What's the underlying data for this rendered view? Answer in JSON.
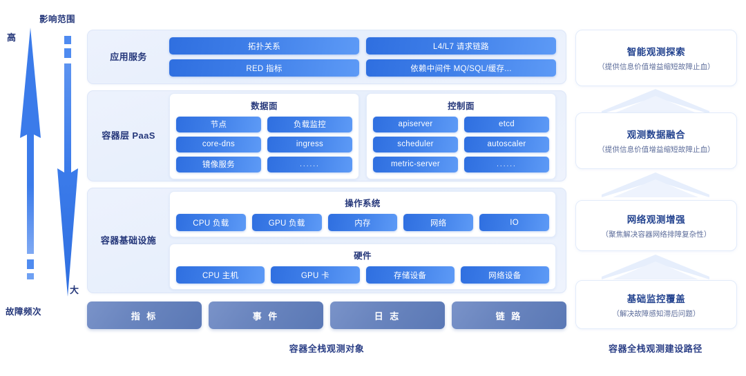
{
  "axis": {
    "top_title": "影响范围",
    "bottom_title": "故障频次",
    "high_label": "高",
    "big_label": "大",
    "up_arrow_icon": "arrow-up-icon",
    "down_arrow_icon": "arrow-down-icon",
    "color": "#3b7bea"
  },
  "layers": [
    {
      "name": "应用服务",
      "columns": [
        {
          "items": [
            "拓扑关系",
            "RED 指标"
          ]
        },
        {
          "items": [
            "L4/L7 请求链路",
            "依赖中间件 MQ/SQL/缓存..."
          ]
        }
      ]
    },
    {
      "name": "容器层 PaaS",
      "cards": [
        {
          "title": "数据面",
          "items": [
            "节点",
            "负载监控",
            "core-dns",
            "ingress",
            "镜像服务",
            "......"
          ]
        },
        {
          "title": "控制面",
          "items": [
            "apiserver",
            "etcd",
            "scheduler",
            "autoscaler",
            "metric-server",
            "......"
          ]
        }
      ]
    },
    {
      "name": "容器基础设施",
      "cards": [
        {
          "title": "操作系统",
          "items": [
            "CPU 负载",
            "GPU 负载",
            "内存",
            "网络",
            "IO"
          ]
        },
        {
          "title": "硬件",
          "items": [
            "CPU 主机",
            "GPU 卡",
            "存储设备",
            "网络设备"
          ]
        }
      ]
    }
  ],
  "bottom_strip": {
    "items": [
      "指 标",
      "事 件",
      "日 志",
      "链 路"
    ],
    "caption": "容器全栈观测对象"
  },
  "right_column": {
    "caption": "容器全栈观测建设路径",
    "cards": [
      {
        "title": "智能观测探索",
        "subtitle": "（提供信息价值增益缩短故障止血）"
      },
      {
        "title": "观测数据融合",
        "subtitle": "（提供信息价值增益缩短故障止血）"
      },
      {
        "title": "网络观测增强",
        "subtitle": "（聚焦解决容器网络排障复杂性）"
      },
      {
        "title": "基础监控覆盖",
        "subtitle": "（解决故障感知滞后问题）"
      }
    ],
    "arrow_icon": "chevron-up-arrow-icon"
  },
  "theme": {
    "pill_gradient_start": "#2f6fe0",
    "pill_gradient_end": "#5d9af6",
    "dark_pill_start": "#7a93c9",
    "dark_pill_end": "#5a78b5",
    "layer_bg": "#eaf0fc",
    "title_color": "#25377a"
  }
}
